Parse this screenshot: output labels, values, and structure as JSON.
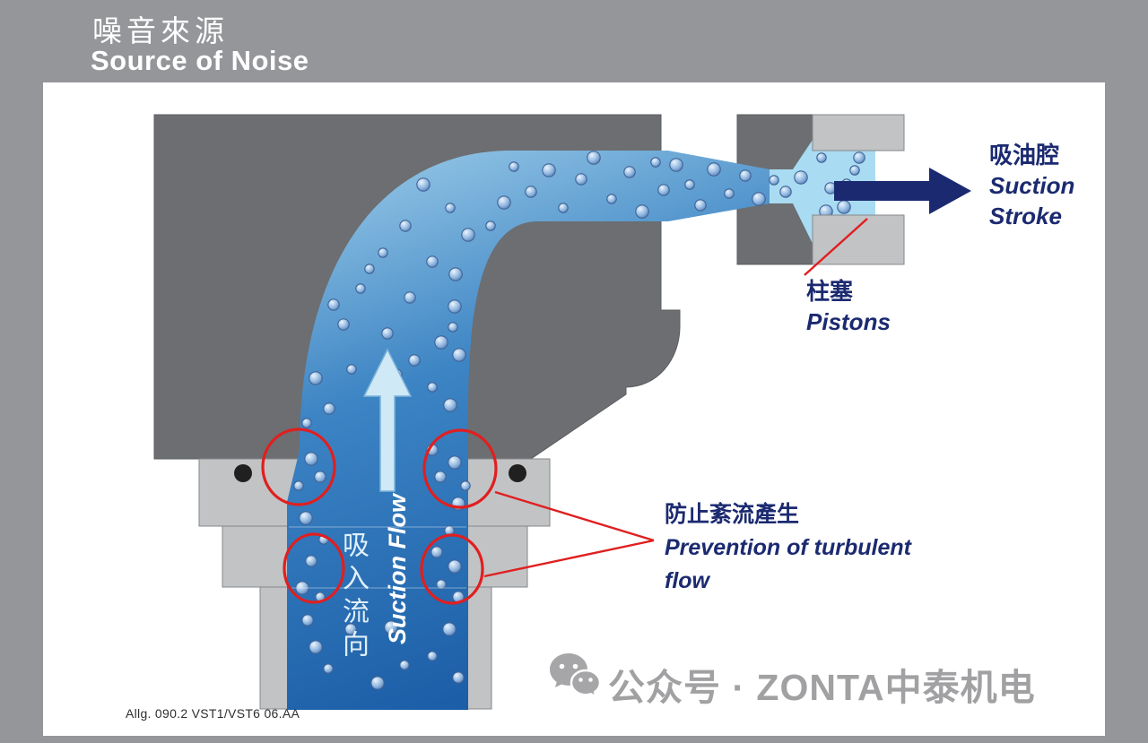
{
  "header": {
    "title_zh": "噪音來源",
    "title_en": "Source of Noise"
  },
  "diagram": {
    "suction_chamber_label_zh": "吸油腔",
    "suction_chamber_label_en_line1": "Suction",
    "suction_chamber_label_en_line2": "Stroke",
    "pistons_label_zh": "柱塞",
    "pistons_label_en": "Pistons",
    "turbulence_label_zh": "防止紊流產生",
    "turbulence_label_en_line1": "Prevention of turbulent",
    "turbulence_label_en_line2": "flow",
    "suction_flow_label_zh": "吸入流向",
    "suction_flow_label_en": "Suction Flow",
    "doc_reference": "Allg. 090.2 VST1/VST6 06.AA"
  },
  "watermark": {
    "icon": "wechat-icon",
    "source_text": "公众号 · ZONTA中泰机电"
  },
  "colors": {
    "background_gray": "#95969a",
    "housing_gray": "#6c6e71",
    "flange_gray": "#c2c3c5",
    "channel_blue_light": "#a6d3ec",
    "channel_blue_mid": "#3c84c4",
    "channel_blue_dark": "#1a5ca6",
    "bore_blue": "#a9dbf2",
    "arrow_light_blue": "#cfe9f7",
    "label_navy": "#1b2a70",
    "highlight_red": "#e01f1f",
    "watermark_gray": "#a1a1a3",
    "title_white": "#ffffff"
  }
}
